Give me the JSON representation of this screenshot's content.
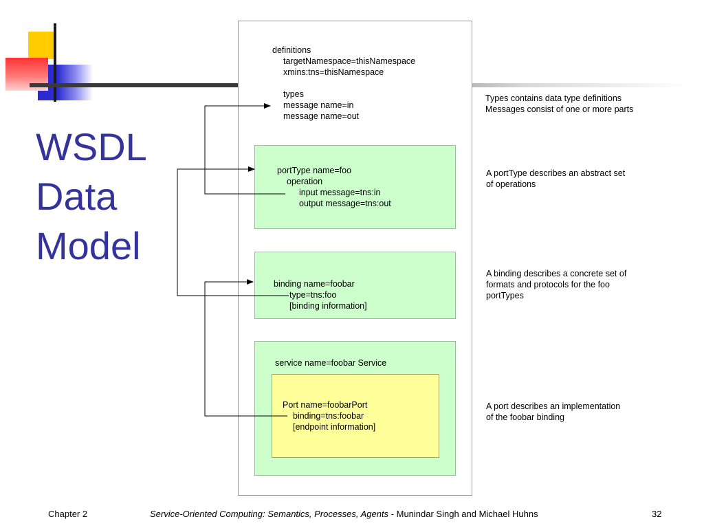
{
  "title_lines": [
    "WSDL",
    "Data",
    "Model"
  ],
  "definitions_block": {
    "lines": [
      "definitions",
      "targetNamespace=thisNamespace",
      "xmins:tns=thisNamespace",
      "",
      "types",
      "message name=in",
      "message name=out"
    ]
  },
  "porttype_block": {
    "lines": [
      "portType name=foo",
      "operation",
      "input message=tns:in",
      "output message=tns:out"
    ]
  },
  "binding_block": {
    "lines": [
      "binding name=foobar",
      "type=tns:foo",
      "[binding information]"
    ]
  },
  "service_block": {
    "label": "service name=foobar Service",
    "port_lines": [
      "Port name=foobarPort",
      "binding=tns:foobar",
      "[endpoint information]"
    ]
  },
  "notes": {
    "types": [
      "Types contains data type definitions",
      "Messages consist of one or more parts"
    ],
    "porttype": [
      "A portType describes an abstract set",
      "of operations"
    ],
    "binding": [
      "A binding describes a concrete set of",
      "formats and protocols for the foo",
      "portTypes"
    ],
    "port": [
      "A port describes an implementation",
      "of the foobar binding"
    ]
  },
  "footer": {
    "chapter": "Chapter 2",
    "book_title": "Service-Oriented Computing: Semantics, Processes, Agents",
    "authors": " - Munindar Singh and Michael Huhns",
    "page": "32"
  },
  "colors": {
    "title": "#33339a",
    "green_box": "#ccffcc",
    "yellow_box": "#ffff99",
    "deco_yellow": "#ffcc00",
    "deco_red": "#ff3333",
    "deco_blue": "#2a2ad0"
  }
}
